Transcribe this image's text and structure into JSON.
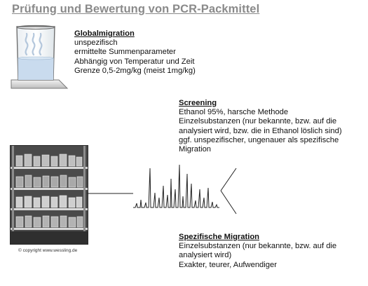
{
  "title": "Prüfung und Bewertung von PCR-Packmittel",
  "global": {
    "heading": "Globalmigration",
    "lines": [
      "unspezifisch",
      "ermittelte Summenparameter",
      "Abhängig von Temperatur und Zeit",
      "Grenze 0,5-2mg/kg (meist 1mg/kg)"
    ]
  },
  "screening": {
    "heading": "Screening",
    "lines": [
      "Ethanol 95%, harsche Methode",
      "Einzelsubstanzen (nur bekannte, bzw. auf die",
      "analysiert wird, bzw. die in Ethanol löslich sind)",
      "ggf. unspezifischer, ungenauer als spezifische",
      "Migration"
    ]
  },
  "specific": {
    "heading": "Spezifische Migration",
    "lines": [
      "Einzelsubstanzen (nur bekannte, bzw. auf die",
      "analysiert wird)",
      "Exakter, teurer, Aufwendiger"
    ]
  },
  "copyright": "© copyright www.wessling.de",
  "icons": {
    "beaker": "beaker-with-steam-icon",
    "photo": "laboratory-shelf-photo",
    "chromatogram": "chromatogram-icon"
  },
  "colors": {
    "title": "#8a8a8a",
    "liquid": "#c9dbee",
    "text": "#111111"
  }
}
